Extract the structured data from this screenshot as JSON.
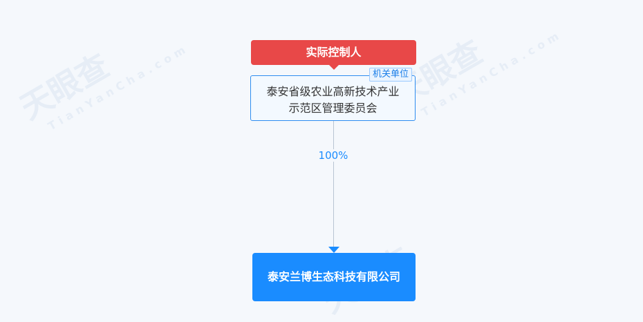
{
  "watermark": {
    "name": "天眼查",
    "domain": "TianYanCha.com"
  },
  "controller_label": "实际控制人",
  "controller": {
    "name_line1": "泰安省级农业高新技术产业",
    "name_line2": "示范区管理委员会",
    "tag": "机关单位"
  },
  "share_percent": "100%",
  "company": {
    "name": "泰安兰博生态科技有限公司"
  }
}
